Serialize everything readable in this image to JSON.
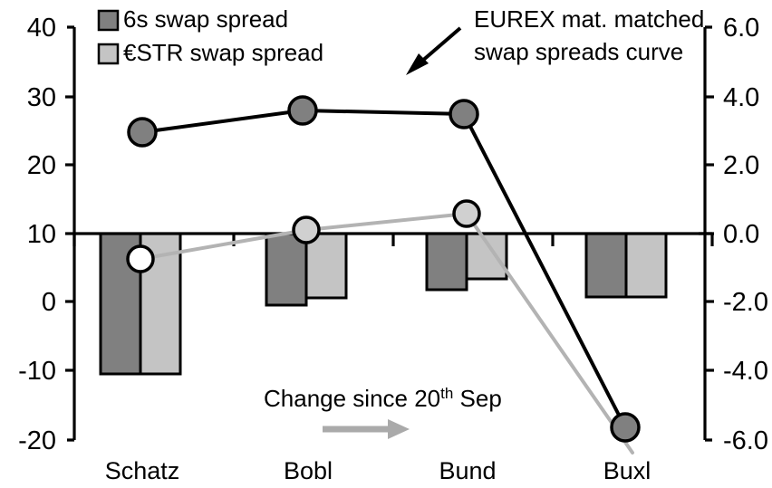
{
  "chart_data": {
    "type": "bar",
    "title": "",
    "subtitle": "",
    "xlabel": "",
    "ylabel": "",
    "categories": [
      "Schatz",
      "Bobl",
      "Bund",
      "Buxl"
    ],
    "left_axis": {
      "ticks": [
        "40",
        "30",
        "20",
        "10",
        "0",
        "-10",
        "-20"
      ],
      "tick_values": [
        40,
        30,
        20,
        10,
        0,
        -10,
        -20
      ],
      "ylim": [
        -20,
        40
      ],
      "label": ""
    },
    "right_axis": {
      "ticks": [
        "6.0",
        "4.0",
        "2.0",
        "0.0",
        "-2.0",
        "-4.0",
        "-6.0"
      ],
      "tick_values": [
        6.0,
        4.0,
        2.0,
        0.0,
        -2.0,
        -4.0,
        -6.0
      ],
      "ylim": [
        -6.0,
        6.0
      ],
      "label": ""
    },
    "grid": false,
    "legend_position": "top-left",
    "series": [
      {
        "name": "6s swap spread",
        "kind": "bar",
        "axis": "left",
        "color": "#808080",
        "values": [
          -10.3,
          -0.2,
          1.9,
          0.9
        ]
      },
      {
        "name": "€STR swap spread",
        "kind": "bar",
        "axis": "left",
        "color": "#c4c4c4",
        "values": [
          -10.3,
          0.9,
          3.4,
          1.3
        ]
      },
      {
        "name": "EUREX mat. matched swap spreads curve",
        "kind": "line",
        "axis": "left",
        "color": "#000000",
        "marker_fill": "#808080",
        "values": [
          24.6,
          27.9,
          27.3,
          -18.0
        ]
      },
      {
        "name": "Change since 20th Sep",
        "kind": "line",
        "axis": "left",
        "color": "#b3b3b3",
        "marker_fill": "#d0d0d0",
        "values": [
          6.2,
          10.6,
          12.7,
          -19.4
        ]
      }
    ],
    "annotations": [
      {
        "id": "eurex-callout",
        "line1": "EUREX mat. matched",
        "line2": "swap spreads curve",
        "arrow": "down-left"
      },
      {
        "id": "change-callout",
        "text_main": "Change since 20",
        "text_sup": "th",
        "text_tail": " Sep",
        "arrow": "right",
        "arrow_color": "#aaaaaa"
      }
    ]
  },
  "legend": {
    "items": [
      {
        "label": "6s swap spread",
        "color": "#808080"
      },
      {
        "label": "€STR swap spread",
        "color": "#c4c4c4"
      }
    ]
  }
}
